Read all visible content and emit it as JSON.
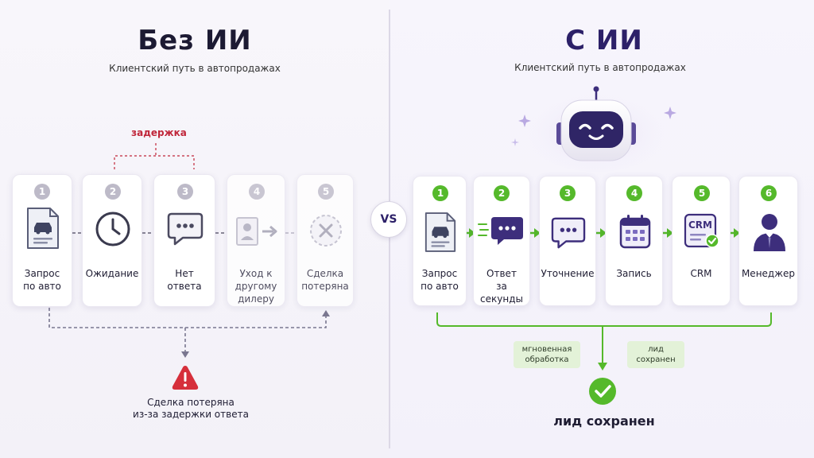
{
  "left": {
    "title": "Без ИИ",
    "subtitle": "Клиентский путь в автопродажах",
    "delay_label": "задержка",
    "steps": [
      {
        "num": "1",
        "label_line1": "Запрос",
        "label_line2": "по авто",
        "label_line3": "",
        "icon": "car-document-icon"
      },
      {
        "num": "2",
        "label_line1": "Ожидание",
        "label_line2": "",
        "label_line3": "",
        "icon": "clock-icon"
      },
      {
        "num": "3",
        "label_line1": "Нет",
        "label_line2": "ответа",
        "label_line3": "",
        "icon": "chat-bubble-icon"
      },
      {
        "num": "4",
        "label_line1": "Уход к",
        "label_line2": "другому",
        "label_line3": "дилеру",
        "icon": "contact-card-icon"
      },
      {
        "num": "5",
        "label_line1": "Сделка",
        "label_line2": "потеряна",
        "label_line3": "",
        "icon": "x-circle-icon"
      }
    ],
    "outcome_line1": "Сделка потеряна",
    "outcome_line2": "из-за задержки ответа",
    "outcome_icon": "warning-icon"
  },
  "vs_label": "VS",
  "right": {
    "title": "С ИИ",
    "subtitle": "Клиентский путь в автопродажах",
    "mascot_icon": "robot-icon",
    "steps": [
      {
        "num": "1",
        "label_line1": "Запрос",
        "label_line2": "по авто",
        "icon": "car-document-icon"
      },
      {
        "num": "2",
        "label_line1": "Ответ",
        "label_line2": "за секунды",
        "icon": "fast-chat-icon"
      },
      {
        "num": "3",
        "label_line1": "Уточнение",
        "label_line2": "",
        "icon": "chat-bubble-icon"
      },
      {
        "num": "4",
        "label_line1": "Запись",
        "label_line2": "",
        "icon": "calendar-icon"
      },
      {
        "num": "5",
        "label_line1": "CRM",
        "label_line2": "",
        "icon": "crm-check-icon",
        "icon_text": "CRM"
      },
      {
        "num": "6",
        "label_line1": "Менеджер",
        "label_line2": "",
        "icon": "manager-icon"
      }
    ],
    "pill_left_line1": "мгновенная",
    "pill_left_line2": "обработка",
    "pill_right_line1": "лид",
    "pill_right_line2": "сохранен",
    "outcome": "лид сохранен",
    "outcome_icon": "check-circle-icon"
  },
  "colors": {
    "accent_purple": "#3d2e7c",
    "success_green": "#55b92b",
    "danger_red": "#d62f3b",
    "step_gray": "#bdbac8"
  }
}
